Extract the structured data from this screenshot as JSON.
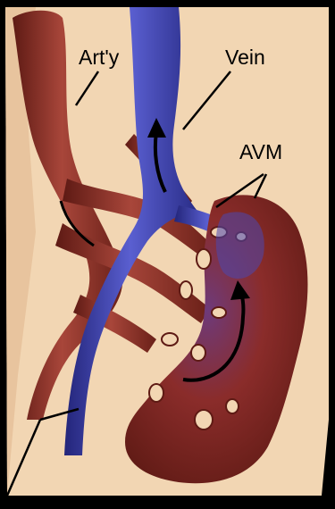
{
  "labels": {
    "artery": "Art'y",
    "vein": "Vein",
    "avm": "AVM"
  },
  "colors": {
    "background": "#f2d6b3",
    "artery": "#8e2d22",
    "artery_dark": "#5e1a14",
    "vein": "#3b3ea8",
    "vein_dark": "#23257a",
    "avm_mass": "#8a2c2a",
    "frame": "#000000"
  }
}
